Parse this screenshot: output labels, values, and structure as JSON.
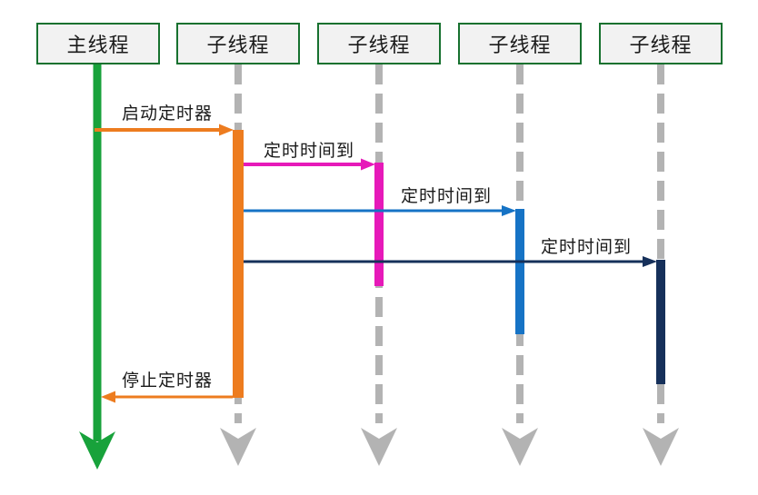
{
  "colors": {
    "main-green": "#18a23b",
    "box-border": "#17712f",
    "box-fill": "#f2f2f2",
    "orange": "#ed7c1f",
    "magenta": "#e619b9",
    "blue": "#1673c5",
    "navy": "#16305a",
    "gray": "#b3b3b3",
    "text": "#1a1a1a"
  },
  "participants": [
    {
      "label": "主线程"
    },
    {
      "label": "子线程"
    },
    {
      "label": "子线程"
    },
    {
      "label": "子线程"
    },
    {
      "label": "子线程"
    }
  ],
  "messages": [
    {
      "label": "启动定时器",
      "direction": "right",
      "color": "#ed7c1f"
    },
    {
      "label": "定时时间到",
      "direction": "right",
      "color": "#e619b9"
    },
    {
      "label": "定时时间到",
      "direction": "right",
      "color": "#1673c5"
    },
    {
      "label": "定时时间到",
      "direction": "right",
      "color": "#16305a"
    },
    {
      "label": "停止定时器",
      "direction": "left",
      "color": "#ed7c1f"
    }
  ]
}
